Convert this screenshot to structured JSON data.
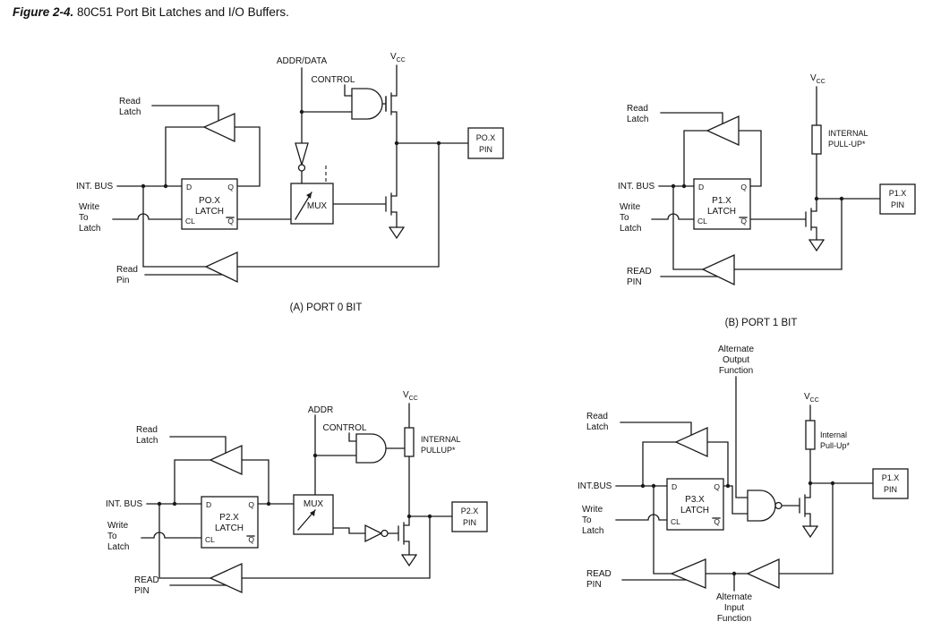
{
  "figure": {
    "label": "Figure 2-4.",
    "title": " 80C51 Port Bit Latches and I/O Buffers."
  },
  "shared": {
    "vcc_base": "V",
    "vcc_sub": "CC"
  },
  "port0": {
    "caption": "(A) PORT 0 BIT",
    "addr_data": "ADDR/DATA",
    "control": "CONTROL",
    "read_latch": [
      "Read",
      "Latch"
    ],
    "int_bus": "INT. BUS",
    "write_to_latch": [
      "Write",
      "To",
      "Latch"
    ],
    "latch_name": [
      "PO.X",
      "LATCH"
    ],
    "pin_d": "D",
    "pin_q": "Q",
    "pin_cl": "CL",
    "pin_qbar": "Q",
    "mux": "MUX",
    "pin_box": [
      "PO.X",
      "PIN"
    ],
    "read_pin": [
      "Read",
      "Pin"
    ]
  },
  "port1": {
    "caption": "(B) PORT 1 BIT",
    "read_latch": [
      "Read",
      "Latch"
    ],
    "pullup": [
      "INTERNAL",
      "PULL-UP*"
    ],
    "int_bus": "INT. BUS",
    "write_to_latch": [
      "Write",
      "To",
      "Latch"
    ],
    "latch_name": [
      "P1.X",
      "LATCH"
    ],
    "pin_d": "D",
    "pin_q": "Q",
    "pin_cl": "CL",
    "pin_qbar": "Q",
    "pin_box": [
      "P1.X",
      "PIN"
    ],
    "read_pin": [
      "READ",
      "PIN"
    ]
  },
  "port2": {
    "addr": "ADDR",
    "control": "CONTROL",
    "pullup": [
      "INTERNAL",
      "PULLUP*"
    ],
    "read_latch": [
      "Read",
      "Latch"
    ],
    "int_bus": "INT. BUS",
    "write_to_latch": [
      "Write",
      "To",
      "Latch"
    ],
    "latch_name": [
      "P2.X",
      "LATCH"
    ],
    "pin_d": "D",
    "pin_q": "Q",
    "pin_cl": "CL",
    "pin_qbar": "Q",
    "mux": "MUX",
    "pin_box": [
      "P2.X",
      "PIN"
    ],
    "read_pin": [
      "READ",
      "PIN"
    ]
  },
  "port3": {
    "alt_output": [
      "Alternate",
      "Output",
      "Function"
    ],
    "read_latch": [
      "Read",
      "Latch"
    ],
    "pullup": [
      "Internal",
      "Pull-Up*"
    ],
    "int_bus": "INT.BUS",
    "write_to_latch": [
      "Write",
      "To",
      "Latch"
    ],
    "latch_name": [
      "P3.X",
      "LATCH"
    ],
    "pin_d": "D",
    "pin_q": "Q",
    "pin_cl": "CL",
    "pin_qbar": "Q",
    "pin_box": [
      "P1.X",
      "PIN"
    ],
    "read_pin": [
      "READ",
      "PIN"
    ],
    "alt_input": [
      "Alternate",
      "Input",
      "Function"
    ]
  }
}
